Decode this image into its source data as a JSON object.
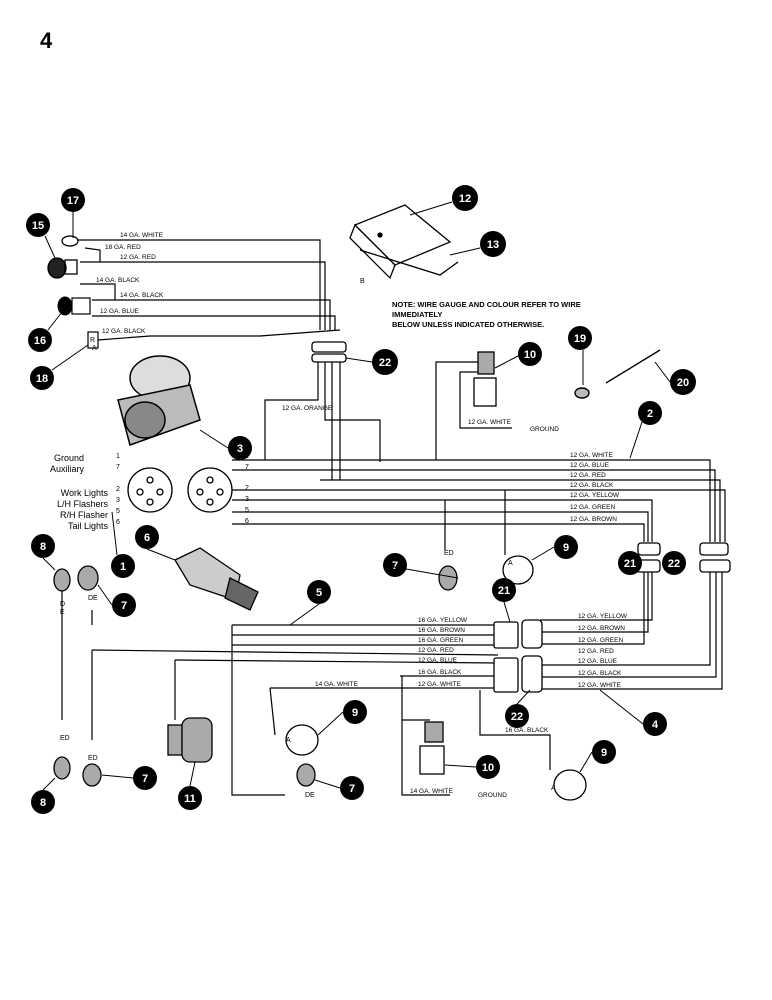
{
  "page_number": "4",
  "note": {
    "line1": "NOTE: WIRE GAUGE AND COLOUR REFER TO WIRE IMMEDIATELY",
    "line2": "BELOW UNLESS INDICATED OTHERWISE."
  },
  "callouts": {
    "c1": "1",
    "c2": "2",
    "c3": "3",
    "c4": "4",
    "c5": "5",
    "c6": "6",
    "c7": "7",
    "c8": "8",
    "c9": "9",
    "c10": "10",
    "c11": "11",
    "c12": "12",
    "c13": "13",
    "c15": "15",
    "c16": "16",
    "c17": "17",
    "c18": "18",
    "c19": "19",
    "c20": "20",
    "c21": "21",
    "c22": "22"
  },
  "socket_labels": {
    "ground": "Ground",
    "auxiliary": "Auxiliary",
    "work_lights": "Work Lights",
    "lh_flashers": "L/H Flashers",
    "rh_flasher": "R/H Flasher",
    "tail_lights": "Tail Lights"
  },
  "pins": {
    "p1": "1",
    "p7": "7",
    "p2": "2",
    "p3": "3",
    "p5": "5",
    "p6": "6"
  },
  "wire_labels": {
    "w14_white_top": "14 GA. WHITE",
    "w18_red": "18 GA. RED",
    "w12_red_top": "12 GA. RED",
    "w14_black_a": "14 GA. BLACK",
    "w14_black_b": "14 GA. BLACK",
    "w12_blue_top": "12 GA. BLUE",
    "w12_black_top": "12 GA. BLACK",
    "w12_orange": "12 GA. ORANGE",
    "w12_white_gnd": "12 GA. WHITE",
    "ground_top": "GROUND",
    "h_white": "12 GA. WHITE",
    "h_blue": "12 GA. BLUE",
    "h_red": "12 GA. RED",
    "h_black": "12 GA. BLACK",
    "h_yellow": "12 GA. YELLOW",
    "h_green": "12 GA. GREEN",
    "h_brown": "12 GA. BROWN",
    "b16_yellow": "16 GA. YELLOW",
    "b16_brown": "16 GA. BROWN",
    "b16_green": "16 GA. GREEN",
    "r12_yellow": "12 GA. YELLOW",
    "r12_brown": "12 GA. BROWN",
    "r12_green": "12 GA. GREEN",
    "b12_red": "12 GA. RED",
    "r12_red": "12 GA. RED",
    "b12_blue": "12 GA. BLUE",
    "b16_black": "16 GA. BLACK",
    "b14_white": "14 GA. WHITE",
    "b12_white": "12 GA. WHITE",
    "r12_blue": "12 GA. BLUE",
    "r12_black": "12 GA. BLACK",
    "r12_white": "12 GA. WHITE",
    "low16_black": "16 GA. BLACK",
    "low14_white": "14 GA. WHITE",
    "ground_bottom": "GROUND"
  },
  "letters": {
    "d": "D",
    "e": "E",
    "a": "A",
    "b": "B",
    "r": "R",
    "ed": "ED",
    "de": "DE"
  }
}
